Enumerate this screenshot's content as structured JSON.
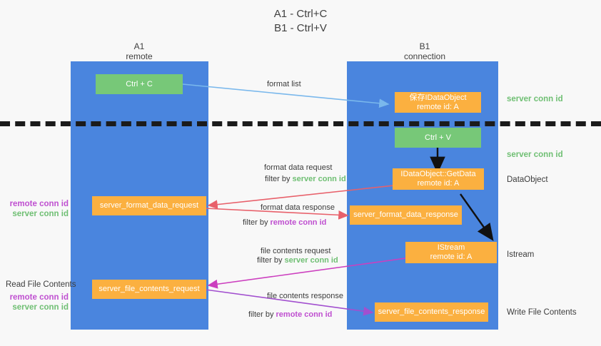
{
  "title": {
    "line1": "A1 - Ctrl+C",
    "line2": "B1 - Ctrl+V"
  },
  "columns": [
    {
      "name": "A1",
      "sub": "remote"
    },
    {
      "name": "B1",
      "sub": "connection"
    }
  ],
  "boxes": {
    "ctrl_c": {
      "l1": "Ctrl + C",
      "l2": ""
    },
    "idataobject_register": {
      "l1": "保存IDataObject",
      "l2": "remote id: A"
    },
    "ctrl_v": {
      "l1": "Ctrl + V",
      "l2": ""
    },
    "getdata": {
      "l1": "IDataObject::GetData",
      "l2": "remote id: A"
    },
    "server_format_data_request": {
      "l1": "server_format_data_request",
      "l2": ""
    },
    "server_format_data_response": {
      "l1": "server_format_data_response",
      "l2": ""
    },
    "istream": {
      "l1": "IStream",
      "l2": "remote id: A"
    },
    "server_file_contents_request": {
      "l1": "server_file_contents_request",
      "l2": ""
    },
    "server_file_contents_response": {
      "l1": "server_file_contents_response",
      "l2": ""
    }
  },
  "right_labels": {
    "server_conn_id_top": "server conn id",
    "server_conn_id_mid": "server conn id",
    "dataobject": "DataObject",
    "istream": "Istream",
    "write_file_contents": "Write File Contents"
  },
  "left_labels": {
    "remote_conn_id_1": "remote conn id",
    "server_conn_id_1": "server conn id",
    "read_file_contents": "Read File Contents",
    "remote_conn_id_2": "remote conn id",
    "server_conn_id_2": "server conn id"
  },
  "edges": {
    "format_list": "format list",
    "format_data_request": "format data request",
    "filter_by": "filter by ",
    "server_conn_id": "server conn id",
    "remote_conn_id": "remote conn id",
    "format_data_response": "format data response",
    "file_contents_request": "file contents request",
    "file_contents_response": "file contents response"
  },
  "colors": {
    "lane": "#4a85de",
    "green_box": "#77c878",
    "orange_box": "#fbb040",
    "green_text": "#6fbf73",
    "purple_text": "#bf4fd0",
    "wire_blue": "#7ab8ec",
    "wire_red": "#e8606a",
    "wire_magenta": "#cc3fbf",
    "wire_purple": "#a24fcf",
    "wire_black": "#111111",
    "background": "#f8f8f8"
  }
}
